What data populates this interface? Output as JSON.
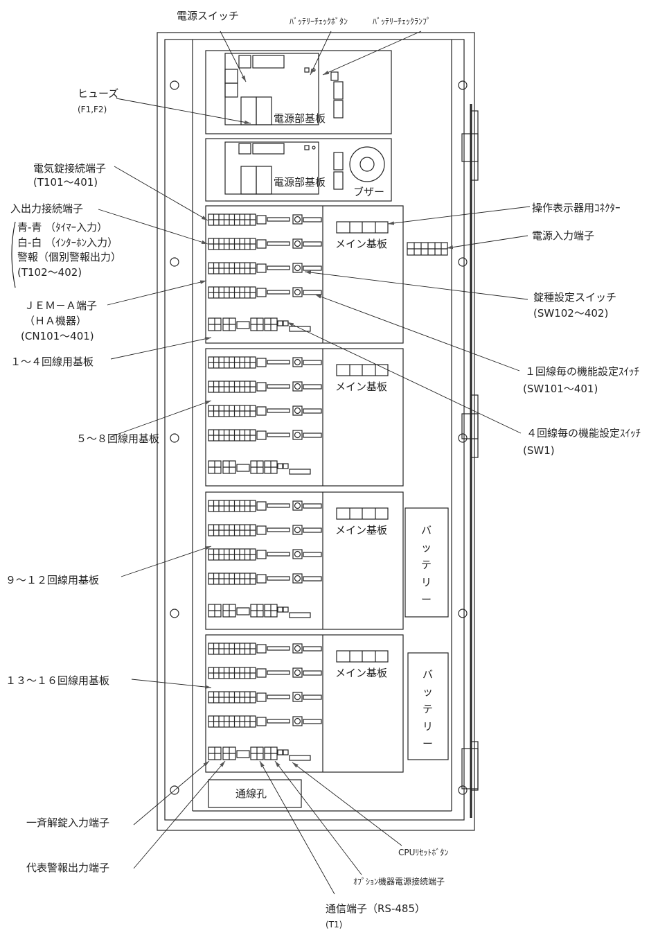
{
  "board_labels": {
    "power_board": "電源部基板",
    "main_board": "メイン基板",
    "buzzer": "ブザー",
    "battery": [
      "バ",
      "ッ",
      "テ",
      "リ",
      "ー"
    ],
    "wire_hole": "通線孔"
  },
  "callouts": {
    "power_switch": "電源スイッチ",
    "battery_check_button": "ﾊﾞｯﾃﾘｰﾁｪｯｸﾎﾞﾀﾝ",
    "battery_check_lamp": "ﾊﾞｯﾃﾘｰﾁｪｯｸﾗﾝﾌﾟ",
    "fuse": [
      "ヒューズ",
      "(F1,F2)"
    ],
    "lock_terminal": [
      "電気錠接続端子",
      "(T101～401)"
    ],
    "io_terminal": [
      "入出力接続端子",
      "青-青 （ﾀｲﾏｰ入力）",
      "白-白 （ｲﾝﾀｰﾎﾝ入力）",
      "警報（個別警報出力）",
      "(T102～402)"
    ],
    "jem_terminal": [
      "ＪＥＭ－Ａ端子",
      "（ＨＡ機器）",
      "(CN101～401)"
    ],
    "board_1_4": "１～４回線用基板",
    "board_5_8": "５～８回線用基板",
    "board_9_12": "９～１２回線用基板",
    "board_13_16": "１３～１６回線用基板",
    "display_connector": "操作表示器用ｺﾈｸﾀｰ",
    "power_input": "電源入力端子",
    "lock_type_switch": [
      "錠種設定スイッチ",
      "(SW102～402)"
    ],
    "per_line_switch": [
      "１回線毎の機能設定ｽｲｯﾁ",
      "(SW101～401)"
    ],
    "per4_switch": [
      "４回線毎の機能設定ｽｲｯﾁ",
      "(SW1)"
    ],
    "batch_unlock": "一斉解錠入力端子",
    "rep_alarm": "代表警報出力端子",
    "cpu_reset": "CPUﾘｾｯﾄﾎﾞﾀﾝ",
    "option_power": "ｵﾌﾟｼｮﾝ機器電源接続端子",
    "comm_terminal": [
      "通信端子（RS-485）",
      "(T1)"
    ]
  }
}
